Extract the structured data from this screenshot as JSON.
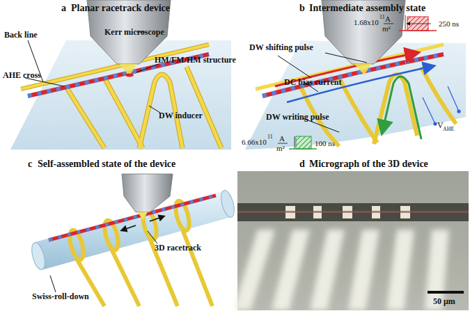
{
  "diagram": {
    "labels": [
      "a",
      "Planar racetrack device",
      "b",
      "Intermediate assembly state",
      "c",
      "Self-assembled state of the device",
      "d",
      "Micrograph of the 3D device",
      "Back line",
      "Kerr microscope",
      "HM/FM/HM structure",
      "AHE cross",
      "DW inducer",
      "1.68x10",
      "11",
      "A",
      "m²",
      "250 ns",
      "DW shifting pulse",
      "DC bias current",
      "DW writing pulse",
      "6.66x10",
      "11",
      "A",
      "m²",
      "100 ns",
      "V",
      "AHE",
      "3D racetrack",
      "Swiss-roll-down",
      "50 μm"
    ]
  }
}
